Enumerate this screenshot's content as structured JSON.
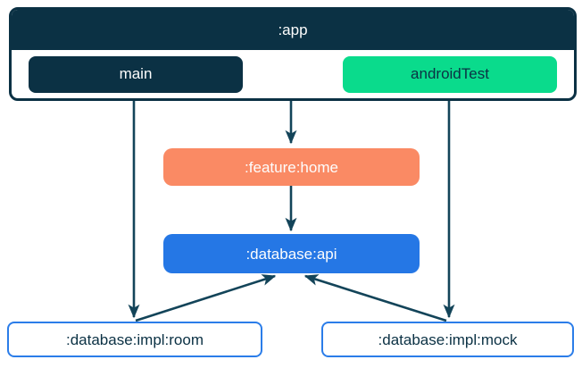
{
  "diagram": {
    "nodes": {
      "app": {
        "label": ":app"
      },
      "main": {
        "label": "main"
      },
      "android_test": {
        "label": "androidTest"
      },
      "feature_home": {
        "label": ":feature:home"
      },
      "database_api": {
        "label": ":database:api"
      },
      "database_impl_room": {
        "label": ":database:impl:room"
      },
      "database_impl_mock": {
        "label": ":database:impl:mock"
      }
    },
    "edges": [
      {
        "from": "app",
        "to": "feature_home"
      },
      {
        "from": "main",
        "to": "database_impl_room"
      },
      {
        "from": "android_test",
        "to": "database_impl_mock"
      },
      {
        "from": "feature_home",
        "to": "database_api"
      },
      {
        "from": "database_impl_room",
        "to": "database_api"
      },
      {
        "from": "database_impl_mock",
        "to": "database_api"
      }
    ],
    "colors": {
      "navy": "#0B3144",
      "green": "#0ADB8C",
      "coral": "#FA8A64",
      "blue": "#2577E5",
      "impl_border_blue": "#2B7DE9",
      "arrow": "#134459",
      "background": "#FFFFFF"
    }
  }
}
